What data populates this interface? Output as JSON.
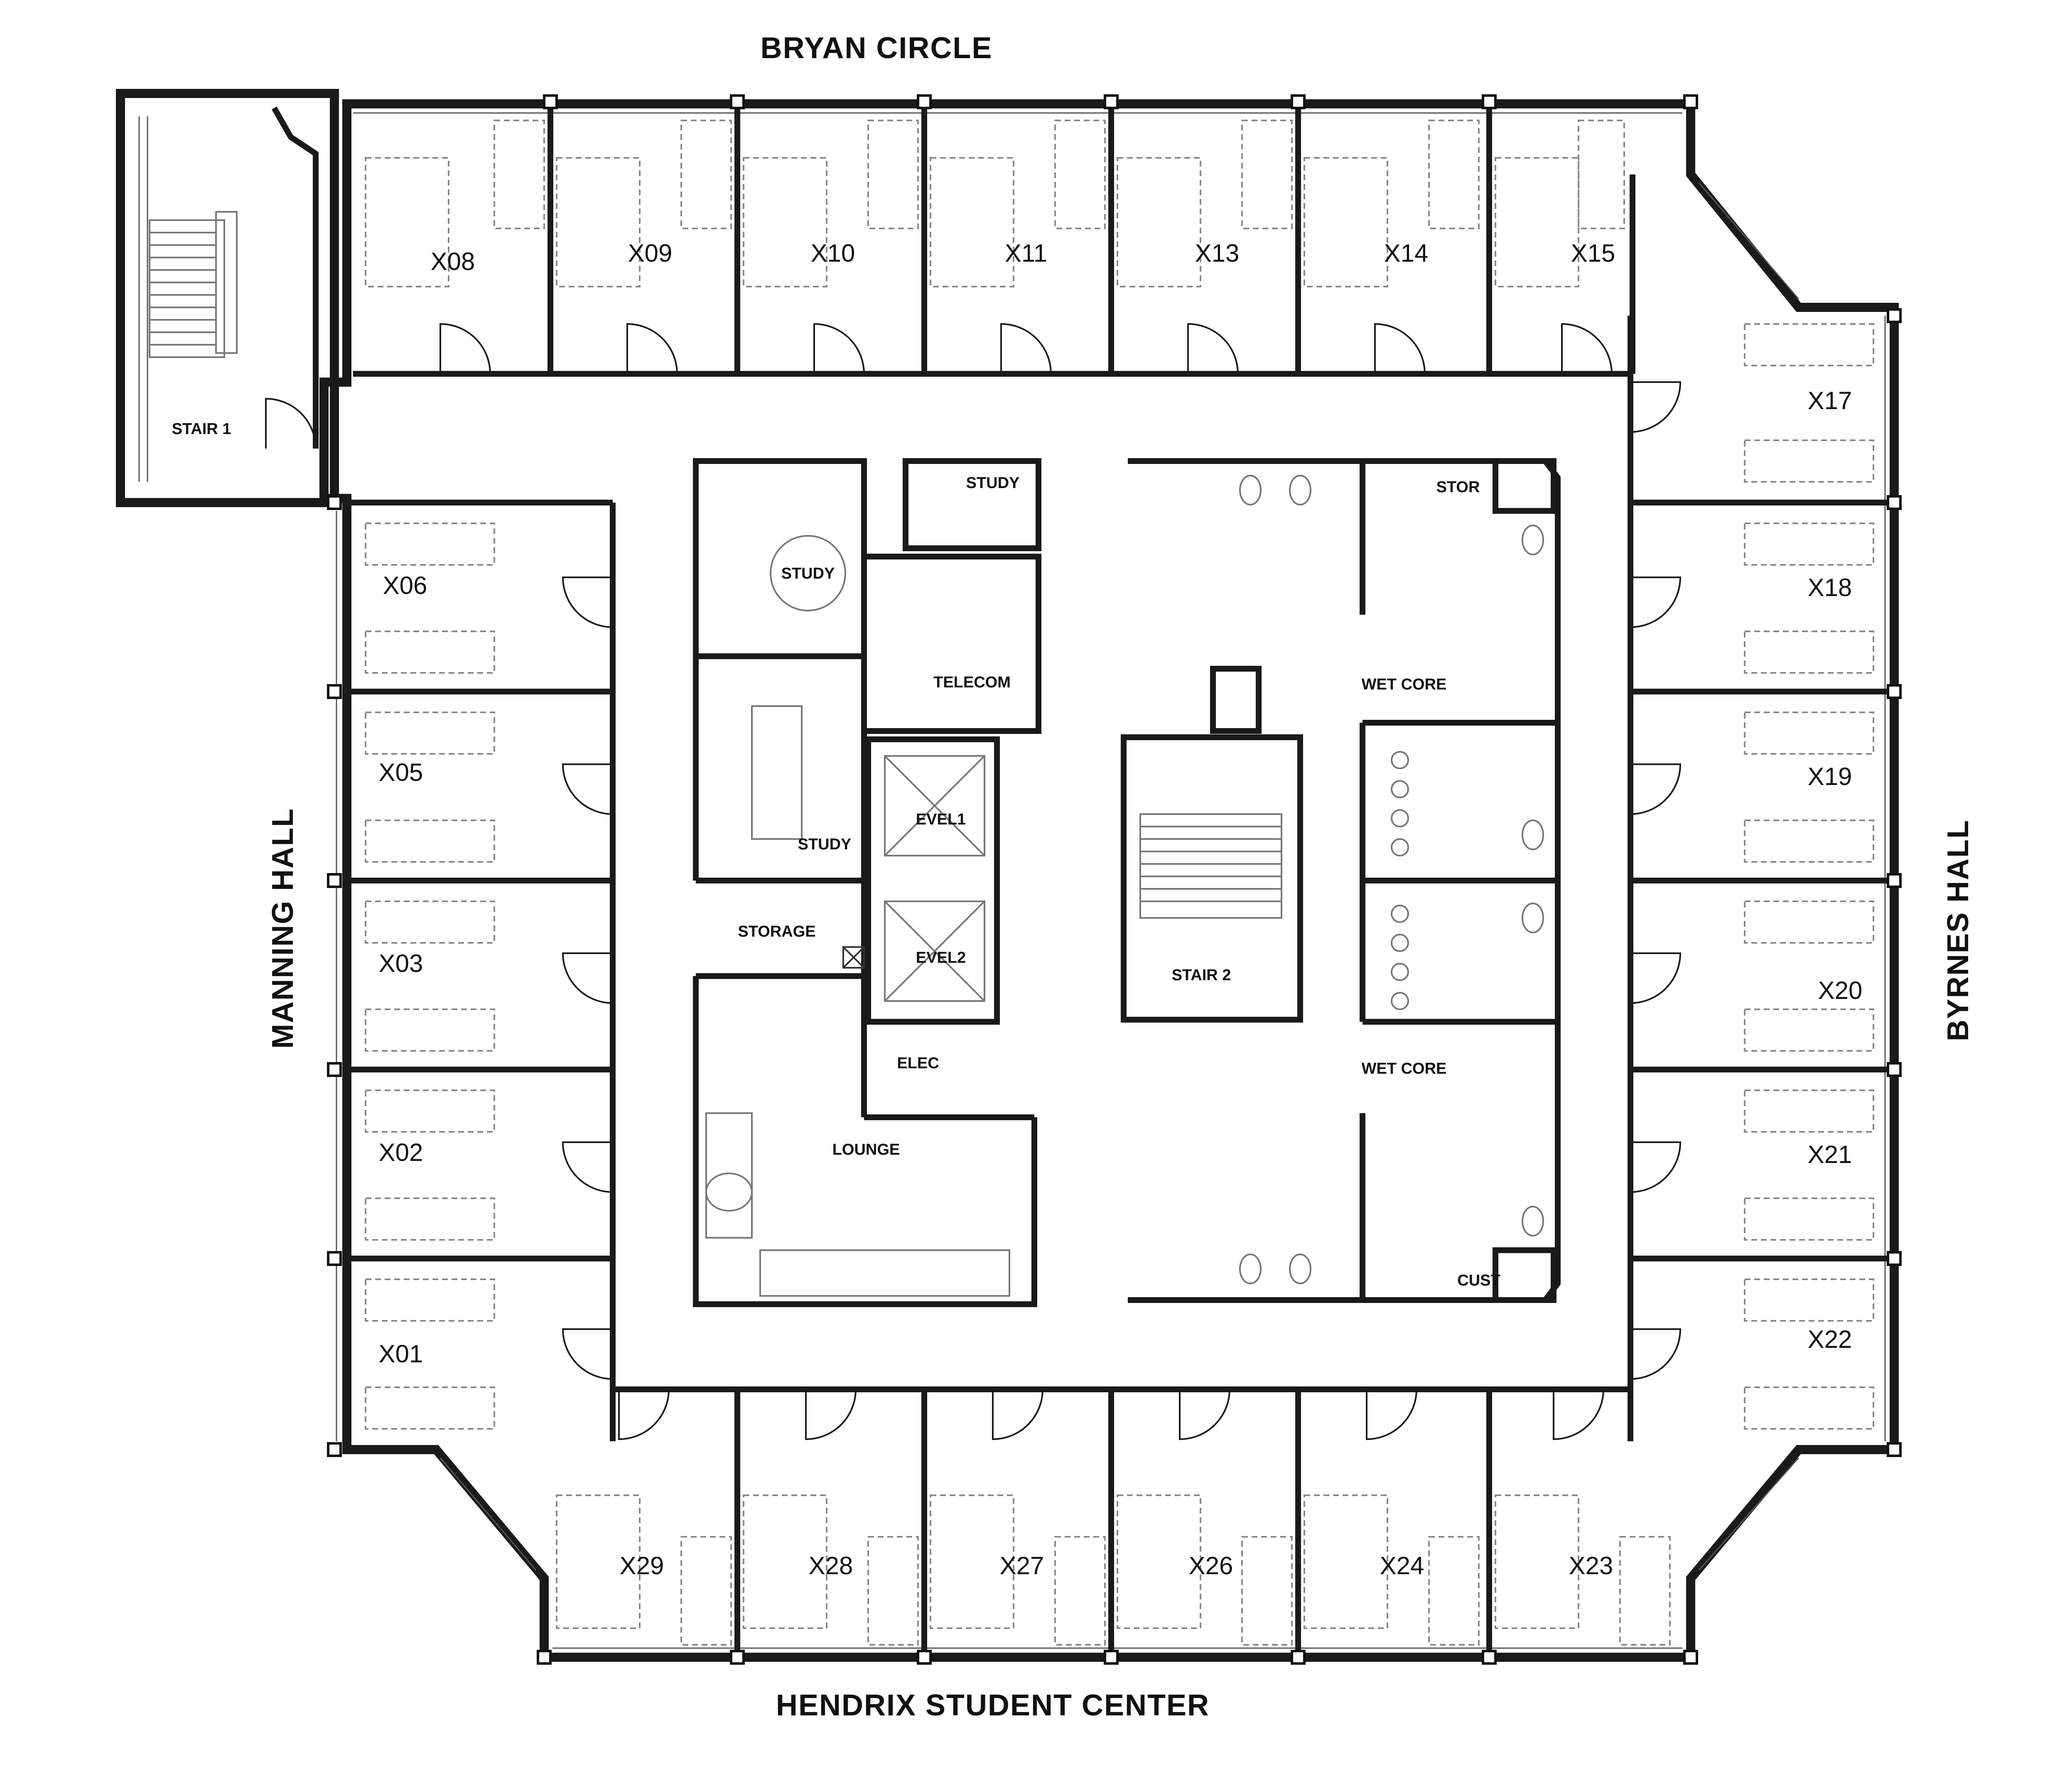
{
  "streets": {
    "north": "BRYAN CIRCLE",
    "south": "HENDRIX STUDENT CENTER",
    "west": "MANNING HALL",
    "east": "BYRNES HALL"
  },
  "rooms": {
    "north": [
      "X08",
      "X09",
      "X10",
      "X11",
      "X13",
      "X14",
      "X15"
    ],
    "west": [
      "X06",
      "X05",
      "X03",
      "X02",
      "X01"
    ],
    "east": [
      "X17",
      "X18",
      "X19",
      "X20",
      "X21",
      "X22"
    ],
    "south": [
      "X29",
      "X28",
      "X27",
      "X26",
      "X24",
      "X23"
    ]
  },
  "core_spaces": {
    "stair1": "STAIR 1",
    "stair2": "STAIR 2",
    "study_round": "STUDY",
    "study_small": "STUDY",
    "study_table": "STUDY",
    "telecom": "TELECOM",
    "evel1": "EVEL1",
    "evel2": "EVEL2",
    "storage": "STORAGE",
    "elec": "ELEC",
    "lounge": "LOUNGE",
    "stor": "STOR",
    "wet_core_north": "WET CORE",
    "wet_core_south": "WET CORE",
    "cust": "CUST"
  }
}
